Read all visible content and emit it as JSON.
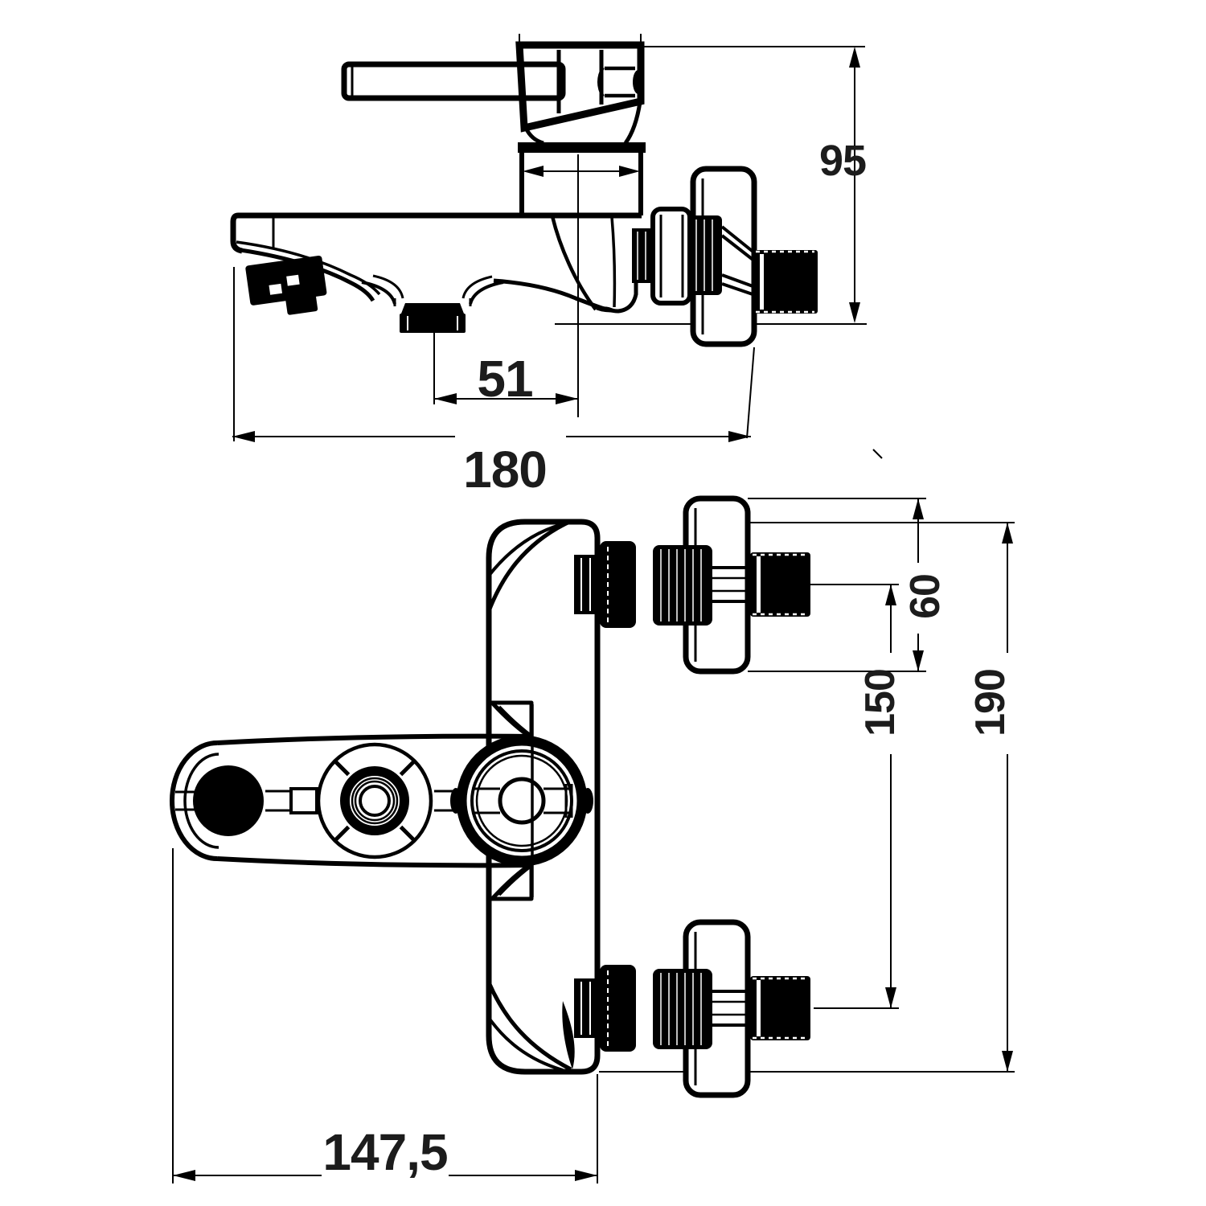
{
  "drawing": {
    "type": "technical-drawing",
    "subject": "wall-mounted bath shower mixer tap, two orthographic views",
    "line_color": "#000000",
    "background_color": "#ffffff",
    "views": {
      "side": {
        "dims": {
          "height": "95",
          "outlet_to_center": "51",
          "length": "180"
        }
      },
      "plan": {
        "dims": {
          "flange_diameter": "60",
          "connection_spacing": "150",
          "overall_height": "190",
          "depth": "147,5"
        }
      }
    }
  }
}
